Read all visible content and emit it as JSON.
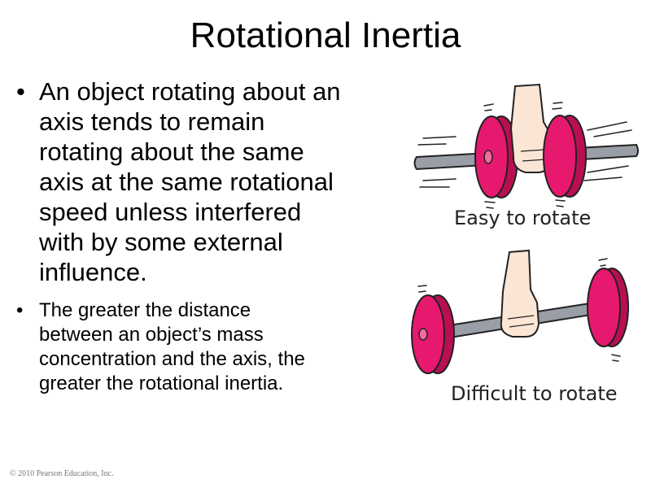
{
  "slide": {
    "title": "Rotational Inertia",
    "bullet_marker": "•",
    "bullets": [
      {
        "lines": [
          "An object rotating about an",
          "axis tends to remain",
          "rotating about the same",
          "axis at the same rotational",
          "speed unless interfered",
          "with by some external",
          "influence."
        ]
      },
      {
        "lines": [
          "The greater the distance",
          "between an object’s mass",
          "concentration and the axis, the",
          "greater the rotational inertia."
        ]
      }
    ],
    "footer": "© 2010 Pearson Education, Inc."
  },
  "illustration": {
    "caption_easy": "Easy to rotate",
    "caption_difficult": "Difficult to rotate",
    "colors": {
      "disk": "#e6196e",
      "disk_dark": "#b80f52",
      "bar": "#9a9ea6",
      "skin": "#fbe6d6",
      "outline": "#222222"
    }
  }
}
